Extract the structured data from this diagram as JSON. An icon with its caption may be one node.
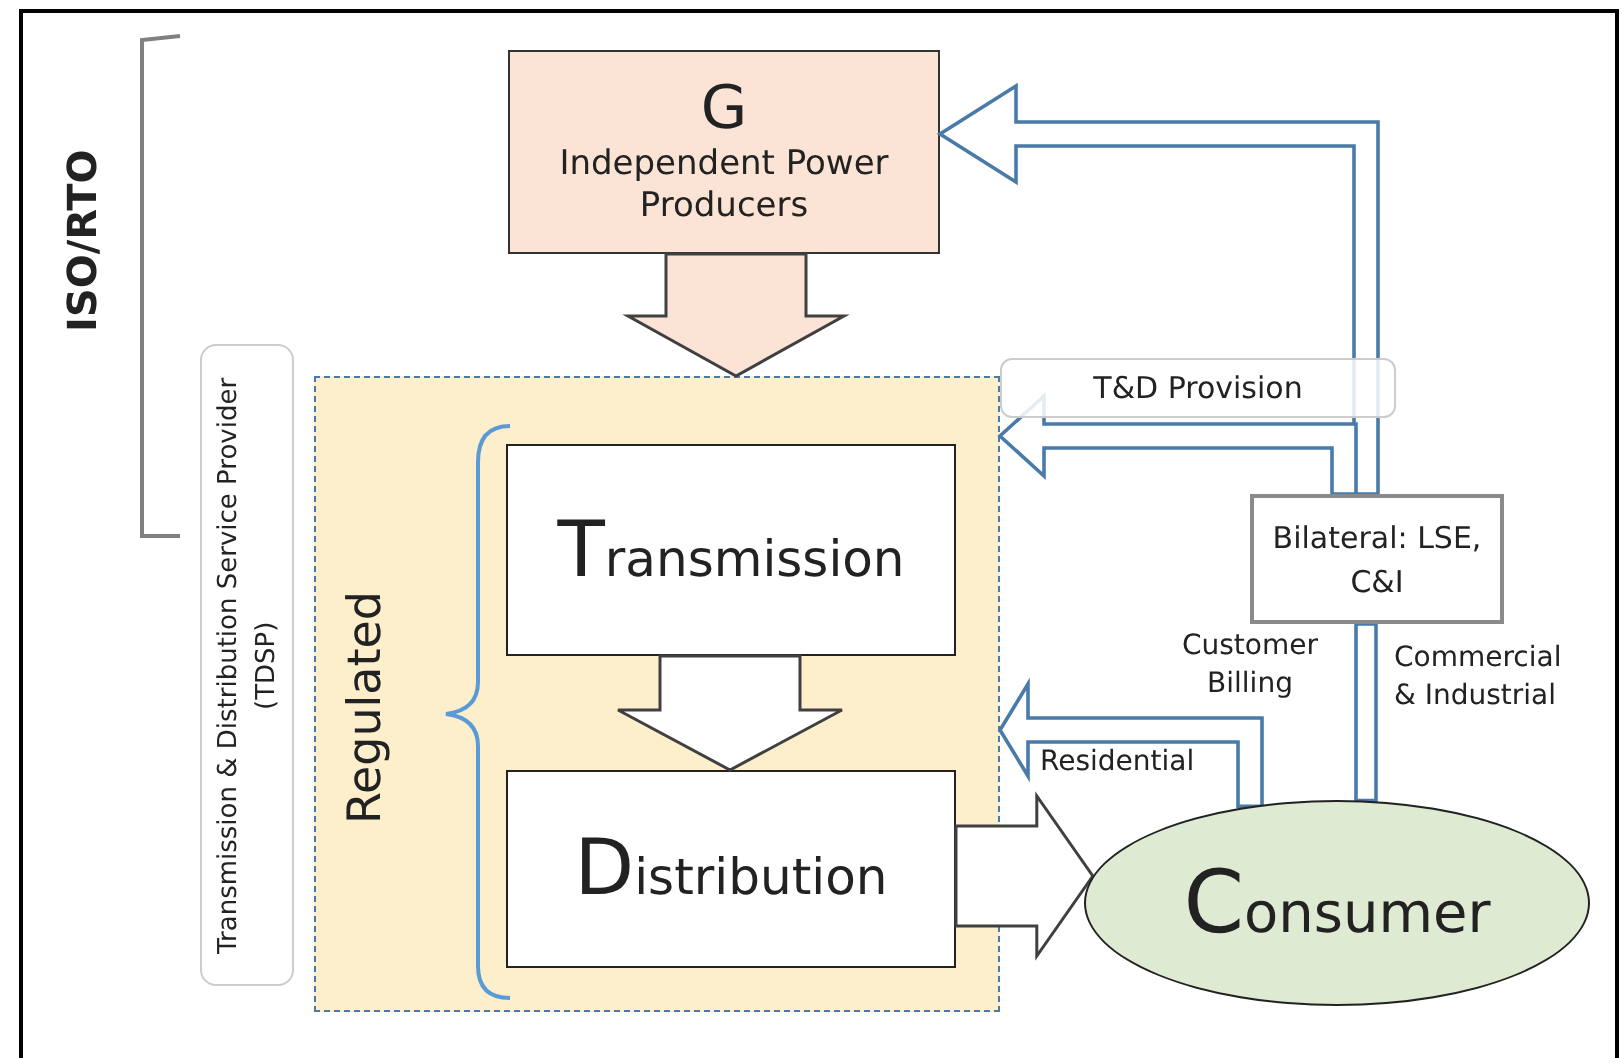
{
  "diagram": {
    "nodes": [
      {
        "text": [
          "G",
          "Independent Power Producers"
        ]
      },
      {
        "text": [
          "Regulated"
        ]
      },
      {
        "text": [
          "Transmission"
        ],
        "in": 1
      },
      {
        "text": [
          "Distribution"
        ],
        "in": 1
      },
      {
        "text": [
          "Consumer"
        ]
      },
      {
        "text": [
          "Bilateral: LSE, C&I"
        ]
      },
      {
        "text": [
          "Transmission & Distribution Service Provider (TDSP)"
        ]
      }
    ],
    "edges": [
      {
        "from": 0,
        "to": 1,
        "arrow": "to",
        "style": "thick",
        "color": "#404040"
      },
      {
        "from": 2,
        "to": 3,
        "arrow": "to",
        "style": "thick",
        "color": "#404040"
      },
      {
        "from": 3,
        "to": 4,
        "arrow": "to",
        "style": "thick",
        "color": "#404040"
      },
      {
        "from": 4,
        "to": 5,
        "arrow": "none"
      },
      {
        "from": 5,
        "to": 0,
        "arrow": "to"
      },
      {
        "from": 5,
        "to": 1,
        "arrow": "to",
        "label": "T&D Provision"
      },
      {
        "from": 4,
        "to": 1,
        "arrow": "to"
      }
    ],
    "labels": [
      "ISO/RTO",
      "Customer Billing",
      "Residential",
      "Commercial & Industrial"
    ]
  }
}
